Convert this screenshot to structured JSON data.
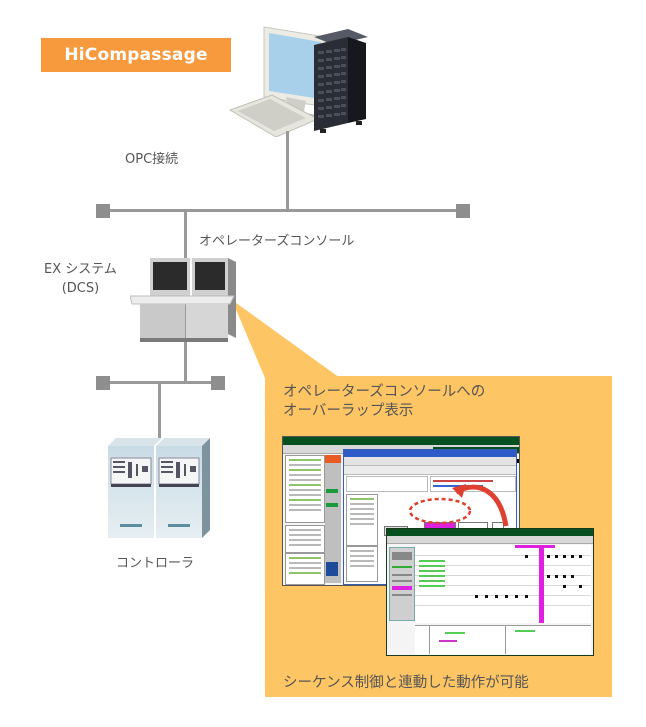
{
  "product_badge": {
    "label": "HiCompassage",
    "color": "#f79a3e"
  },
  "nodes": {
    "hicompassage_pc": {
      "icon": "desktop-computer-icon"
    },
    "opc_link": {
      "label": "OPC接続"
    },
    "operator_console": {
      "label": "オペレーターズコンソール",
      "icon": "operator-console-icon"
    },
    "ex_system": {
      "label_line1": "EX システム",
      "label_line2": "(DCS)"
    },
    "controller": {
      "label": "コントローラ",
      "icon": "controller-rack-icon"
    }
  },
  "callout": {
    "background": "#fdc564",
    "title_line1": "オペレーターズコンソールへの",
    "title_line2": "オーバーラップ表示",
    "footer": "シーケンス制御と連動した動作が可能",
    "screenshots": {
      "back": {
        "description": "operator-console-window-with-flow-dialog"
      },
      "front": {
        "description": "sequence-chart-window"
      },
      "highlight_color": "#e020e0",
      "arrow_color": "#e04030"
    }
  },
  "network": {
    "line_color": "#999999",
    "node_color": "#8e8e8e"
  }
}
